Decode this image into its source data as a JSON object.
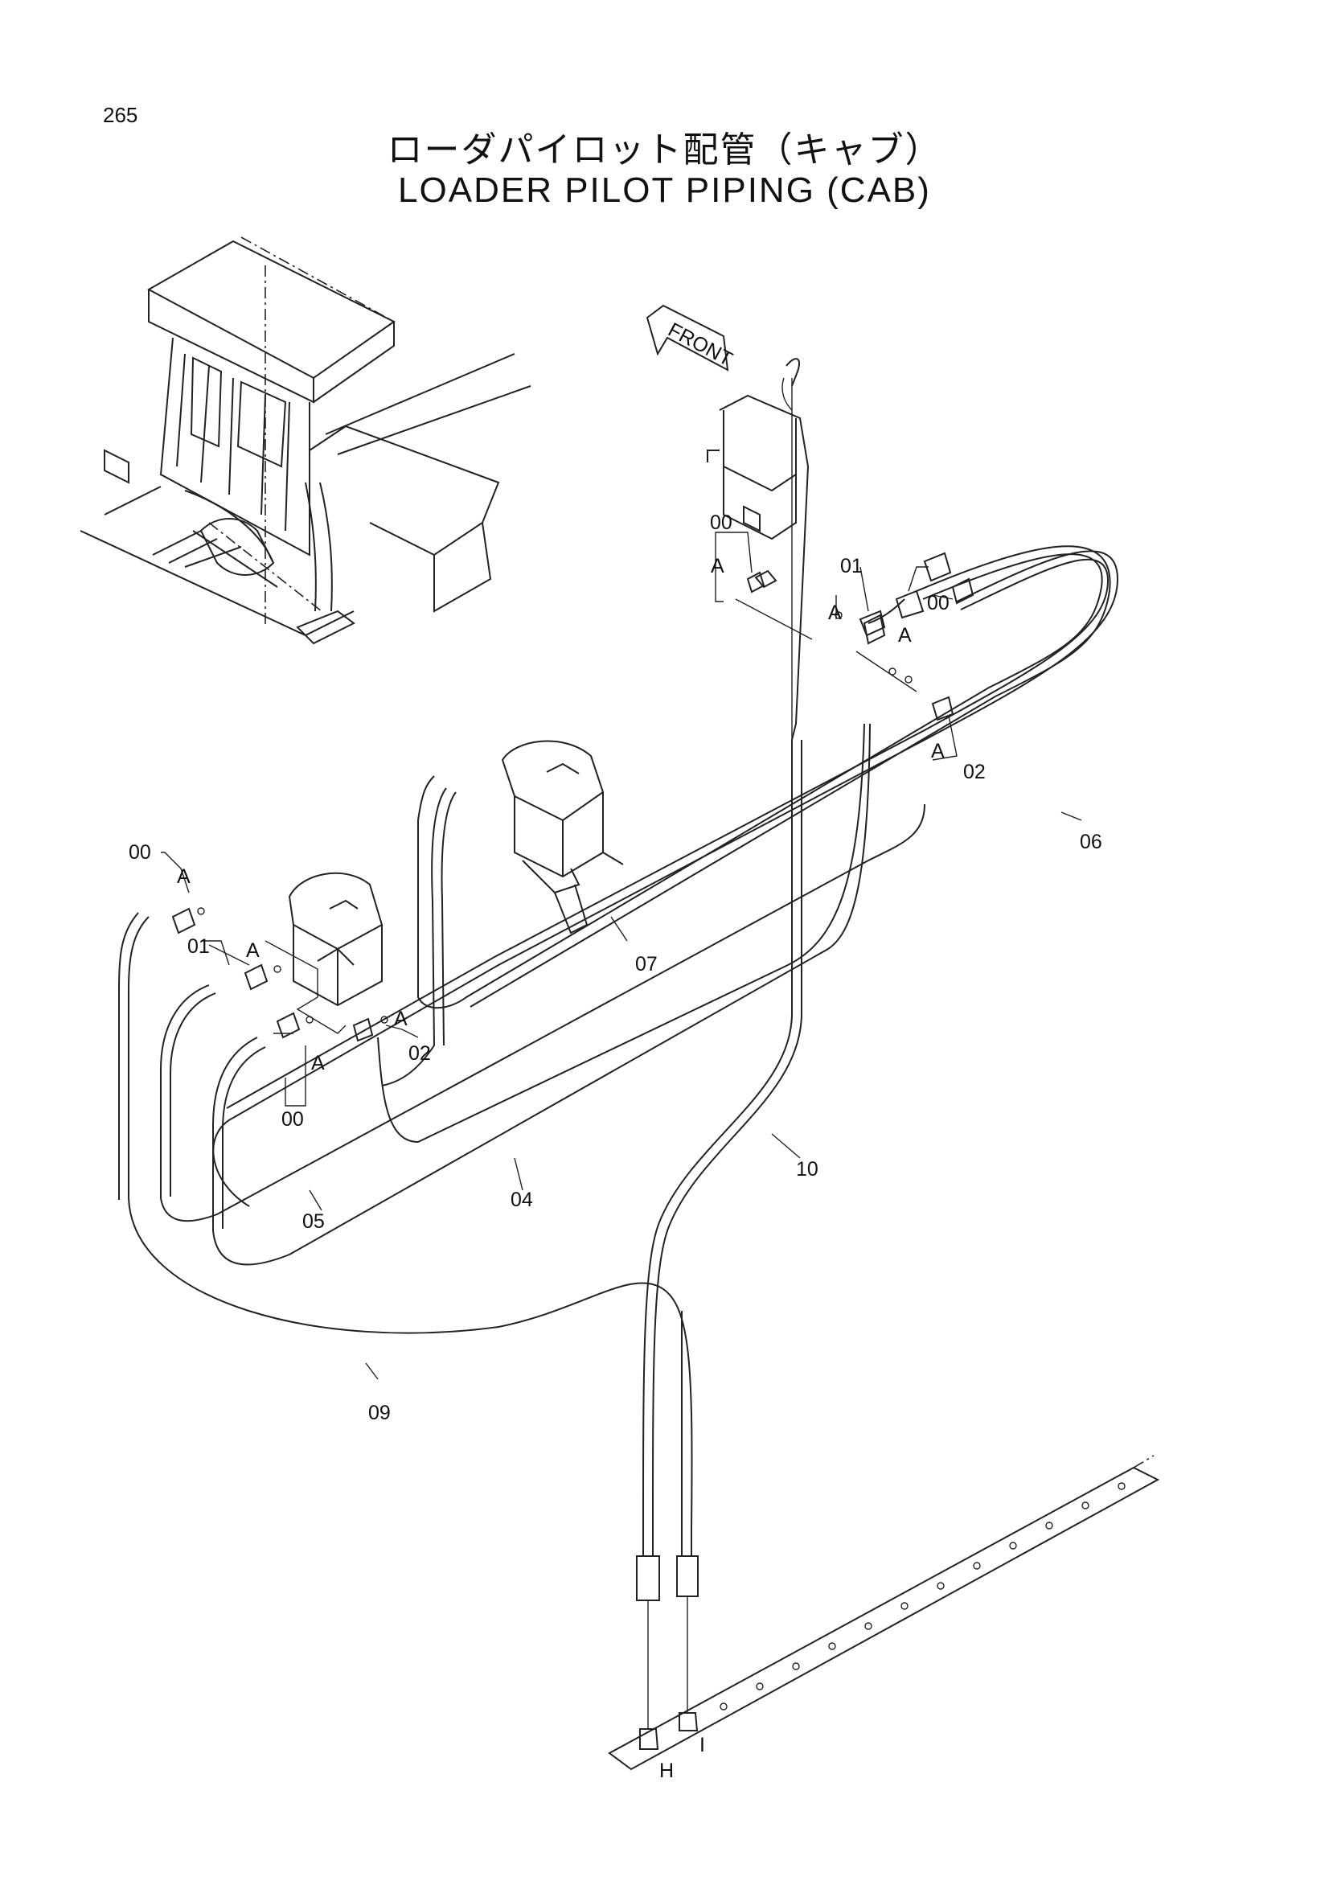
{
  "page_number": "265",
  "title_jp": "ローダパイロット配管（キャブ）",
  "title_en": "LOADER PILOT PIPING (CAB)",
  "front_label": "FRONT",
  "callouts": {
    "c00a": "00",
    "c01a": "01",
    "c00b": "00",
    "c02a": "02",
    "c06": "06",
    "c00c": "00",
    "c01b": "01",
    "c02b": "02",
    "c00d": "00",
    "c07": "07",
    "c05": "05",
    "c04": "04",
    "c10": "10",
    "c09": "09",
    "cH": "H",
    "cI": "I"
  },
  "ref_letter": "A"
}
